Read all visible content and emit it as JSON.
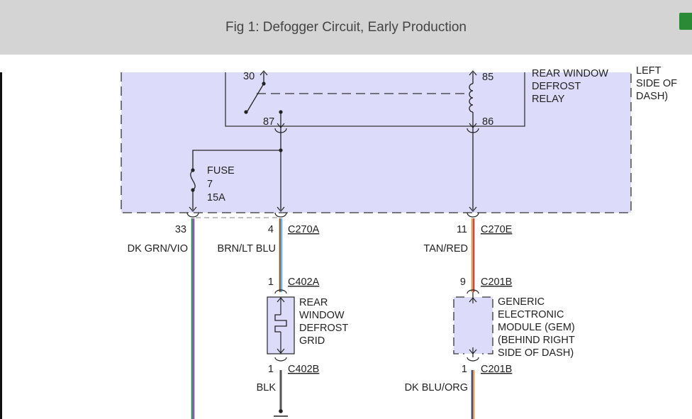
{
  "header": {
    "title": "Fig 1: Defogger Circuit, Early Production"
  },
  "diagram": {
    "relay": {
      "label_lines": [
        "REAR WINDOW",
        "DEFROST",
        "RELAY"
      ],
      "pins": {
        "p30": "30",
        "p87": "87",
        "p85": "85",
        "p86": "86"
      }
    },
    "location_note_lines": [
      "LEFT",
      "SIDE OF",
      "DASH)"
    ],
    "fuse": {
      "label_lines": [
        "FUSE",
        "7",
        "15A"
      ]
    },
    "connectors": [
      {
        "pin": "33",
        "name": ""
      },
      {
        "pin": "4",
        "name": "C270A"
      },
      {
        "pin": "11",
        "name": "C270E"
      },
      {
        "pin": "1",
        "name": "C402A"
      },
      {
        "pin": "9",
        "name": "C201B"
      },
      {
        "pin": "1",
        "name": "C402B"
      },
      {
        "pin": "1",
        "name": "C201B"
      }
    ],
    "wires": {
      "dk_grn_vio": {
        "label": "DK GRN/VIO",
        "colors": [
          "#2e8b57",
          "#8a4fb0"
        ]
      },
      "brn_lt_blu": {
        "label": "BRN/LT BLU",
        "colors": [
          "#8b5a2b",
          "#5fb3e6"
        ]
      },
      "tan_red": {
        "label": "TAN/RED",
        "colors": [
          "#c9a46a",
          "#d23c2a"
        ]
      },
      "blk": {
        "label": "BLK",
        "colors": [
          "#555555"
        ]
      },
      "dk_blu_org": {
        "label": "DK BLU/ORG",
        "colors": [
          "#23408c",
          "#e8902a"
        ]
      }
    },
    "grid": {
      "label_lines": [
        "REAR",
        "WINDOW",
        "DEFROST",
        "GRID"
      ]
    },
    "gem": {
      "label_lines": [
        "GENERIC",
        "ELECTRONIC",
        "MODULE (GEM)",
        "(BEHIND RIGHT",
        "SIDE OF DASH)"
      ]
    },
    "colors": {
      "module_fill": "#dcdcfa",
      "outline": "#333333"
    }
  }
}
